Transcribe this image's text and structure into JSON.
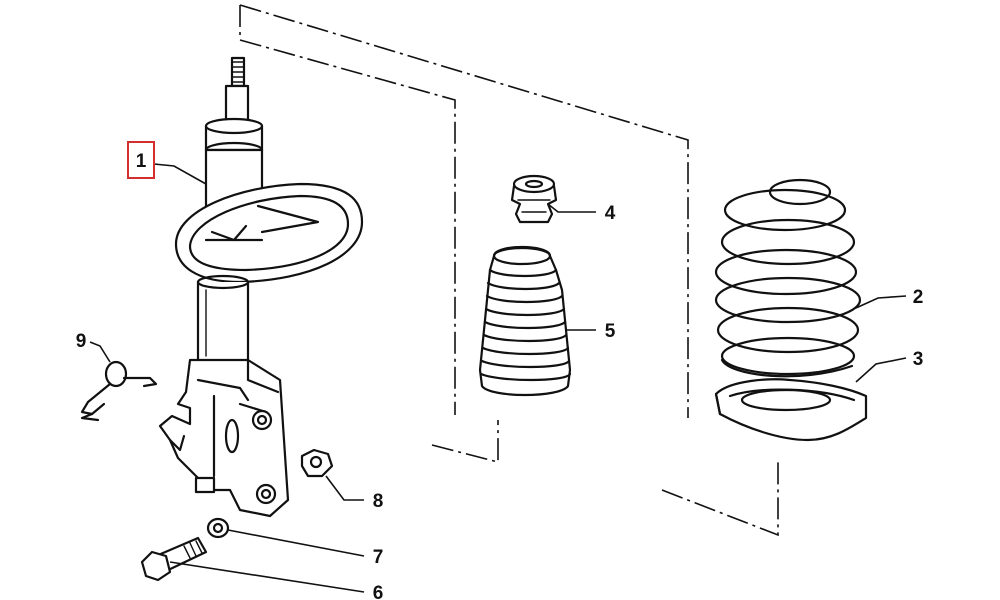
{
  "callouts": {
    "part_1": "1",
    "part_2": "2",
    "part_3": "3",
    "part_4": "4",
    "part_5": "5",
    "part_6": "6",
    "part_7": "7",
    "part_8": "8",
    "part_9": "9"
  },
  "colors": {
    "highlight": "#d32f2f",
    "ink": "#111111"
  }
}
